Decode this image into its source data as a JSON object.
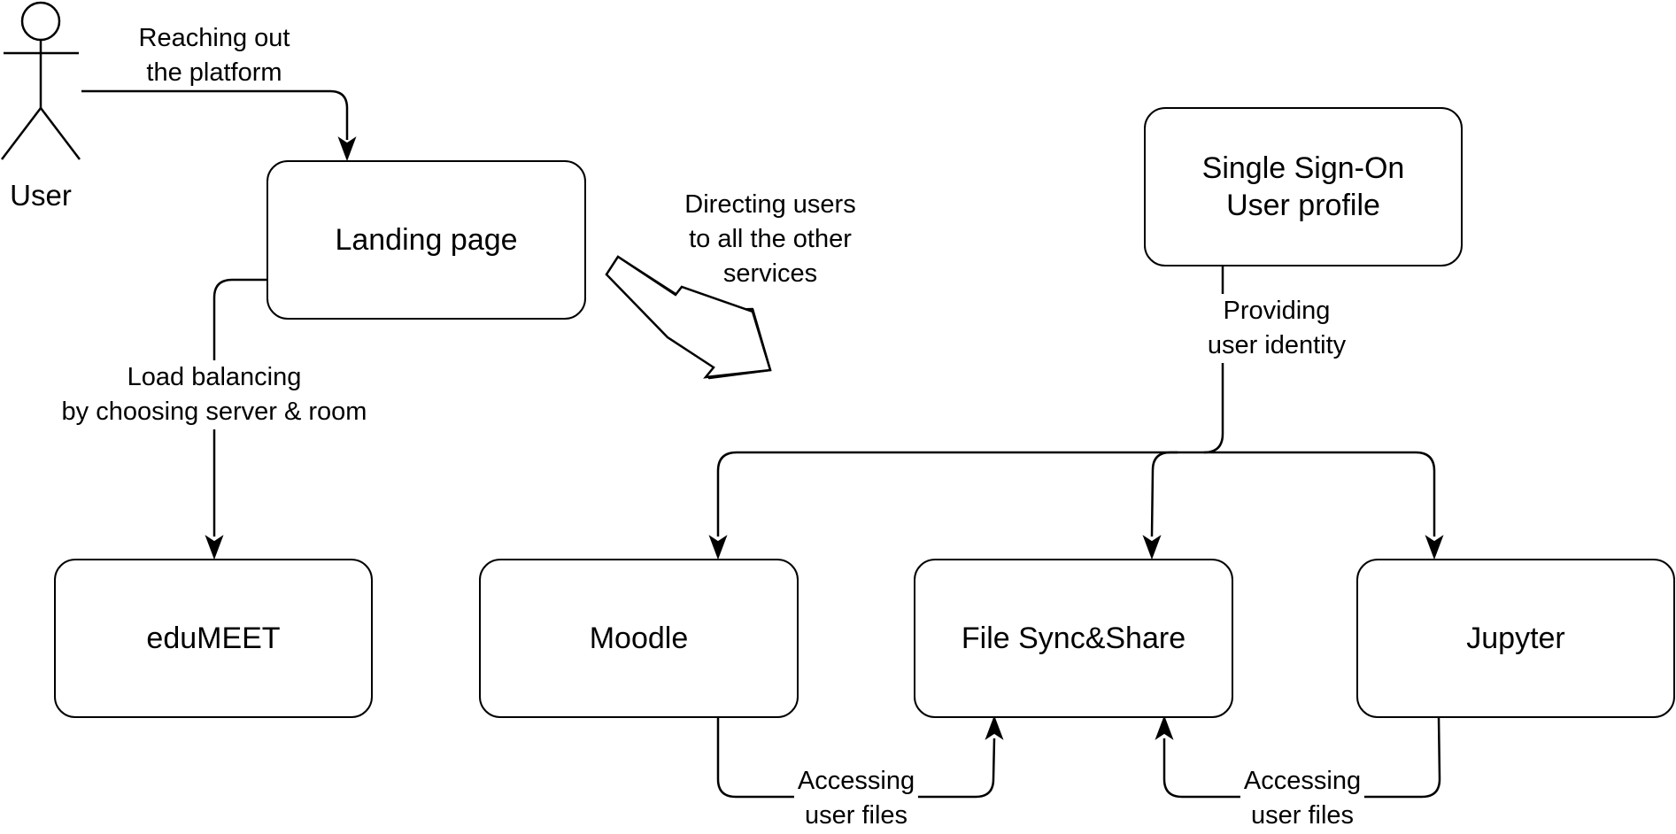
{
  "actor": {
    "label": "User"
  },
  "nodes": {
    "landing_page": "Landing page",
    "sso": "Single Sign-On\nUser profile",
    "edumeet": "eduMEET",
    "moodle": "Moodle",
    "file_sync": "File Sync&Share",
    "jupyter": "Jupyter"
  },
  "edge_labels": {
    "reaching_out": "Reaching out\nthe platform",
    "directing_users": "Directing users\nto all the other\nservices",
    "providing_identity": "Providing\nuser identity",
    "load_balancing": "Load balancing\nby choosing server & room",
    "accessing_files_moodle": "Accessing\nuser files",
    "accessing_files_jupyter": "Accessing\nuser files"
  },
  "colors": {
    "stroke": "#000000",
    "background": "#ffffff"
  }
}
